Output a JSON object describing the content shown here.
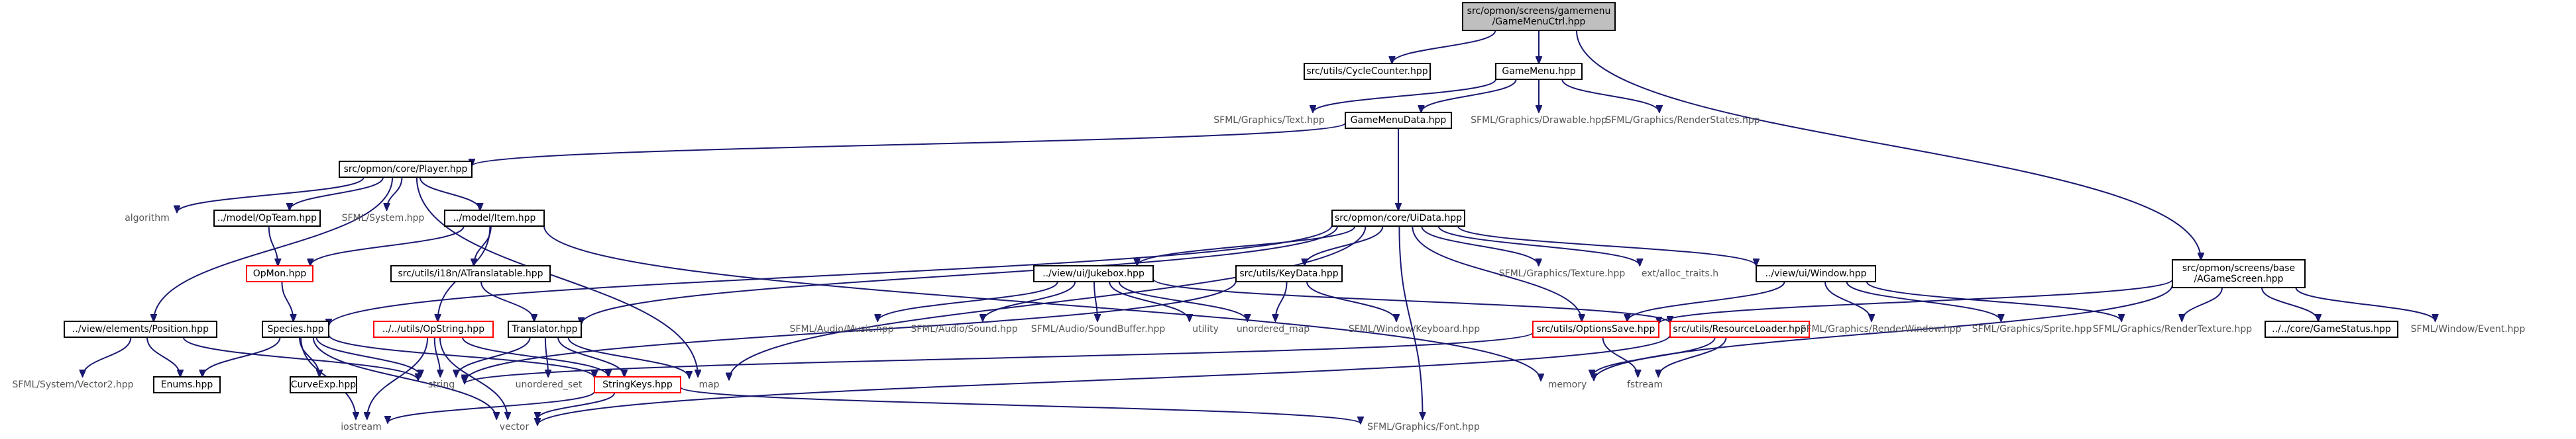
{
  "diagram": {
    "nodes": [
      {
        "id": "root",
        "lines": [
          "src/opmon/screens/gamemenu",
          "/GameMenuCtrl.hpp"
        ],
        "style": "root"
      },
      {
        "id": "cyclecounter",
        "lines": [
          "src/utils/CycleCounter.hpp"
        ],
        "style": "normal"
      },
      {
        "id": "gamemenu",
        "lines": [
          "GameMenu.hpp"
        ],
        "style": "normal"
      },
      {
        "id": "agamescreen",
        "lines": [
          "src/opmon/screens/base",
          "/AGameScreen.hpp"
        ],
        "style": "normal"
      },
      {
        "id": "sfml_text",
        "lines": [
          "SFML/Graphics/Text.hpp"
        ],
        "style": "ext"
      },
      {
        "id": "gamemenudata",
        "lines": [
          "GameMenuData.hpp"
        ],
        "style": "normal"
      },
      {
        "id": "sfml_drawable",
        "lines": [
          "SFML/Graphics/Drawable.hpp"
        ],
        "style": "ext"
      },
      {
        "id": "sfml_renderstates",
        "lines": [
          "SFML/Graphics/RenderStates.hpp"
        ],
        "style": "ext"
      },
      {
        "id": "player",
        "lines": [
          "src/opmon/core/Player.hpp"
        ],
        "style": "normal"
      },
      {
        "id": "uidata",
        "lines": [
          "src/opmon/core/UiData.hpp"
        ],
        "style": "normal"
      },
      {
        "id": "algorithm",
        "lines": [
          "algorithm"
        ],
        "style": "ext"
      },
      {
        "id": "opteam",
        "lines": [
          "../model/OpTeam.hpp"
        ],
        "style": "normal"
      },
      {
        "id": "sfml_system",
        "lines": [
          "SFML/System.hpp"
        ],
        "style": "ext"
      },
      {
        "id": "item",
        "lines": [
          "../model/Item.hpp"
        ],
        "style": "normal"
      },
      {
        "id": "opmon",
        "lines": [
          "OpMon.hpp"
        ],
        "style": "red"
      },
      {
        "id": "atranslatable",
        "lines": [
          "src/utils/i18n/ATranslatable.hpp"
        ],
        "style": "normal"
      },
      {
        "id": "jukebox",
        "lines": [
          "../view/ui/Jukebox.hpp"
        ],
        "style": "normal"
      },
      {
        "id": "keydata",
        "lines": [
          "src/utils/KeyData.hpp"
        ],
        "style": "normal"
      },
      {
        "id": "sfml_texture",
        "lines": [
          "SFML/Graphics/Texture.hpp"
        ],
        "style": "ext"
      },
      {
        "id": "alloc_traits",
        "lines": [
          "ext/alloc_traits.h"
        ],
        "style": "ext"
      },
      {
        "id": "window",
        "lines": [
          "../view/ui/Window.hpp"
        ],
        "style": "normal"
      },
      {
        "id": "position",
        "lines": [
          "../view/elements/Position.hpp"
        ],
        "style": "normal"
      },
      {
        "id": "species",
        "lines": [
          "Species.hpp"
        ],
        "style": "normal"
      },
      {
        "id": "opstring",
        "lines": [
          "../../utils/OpString.hpp"
        ],
        "style": "red"
      },
      {
        "id": "translator",
        "lines": [
          "Translator.hpp"
        ],
        "style": "normal"
      },
      {
        "id": "sfml_music",
        "lines": [
          "SFML/Audio/Music.hpp"
        ],
        "style": "ext"
      },
      {
        "id": "sfml_sound",
        "lines": [
          "SFML/Audio/Sound.hpp"
        ],
        "style": "ext"
      },
      {
        "id": "sfml_soundbuffer",
        "lines": [
          "SFML/Audio/SoundBuffer.hpp"
        ],
        "style": "ext"
      },
      {
        "id": "utility",
        "lines": [
          "utility"
        ],
        "style": "ext"
      },
      {
        "id": "unordered_map",
        "lines": [
          "unordered_map"
        ],
        "style": "ext"
      },
      {
        "id": "sfml_keyboard",
        "lines": [
          "SFML/Window/Keyboard.hpp"
        ],
        "style": "ext"
      },
      {
        "id": "optionssave",
        "lines": [
          "src/utils/OptionsSave.hpp"
        ],
        "style": "red"
      },
      {
        "id": "resourceloader",
        "lines": [
          "src/utils/ResourceLoader.hpp"
        ],
        "style": "red"
      },
      {
        "id": "sfml_renderwindow",
        "lines": [
          "SFML/Graphics/RenderWindow.hpp"
        ],
        "style": "ext"
      },
      {
        "id": "sfml_sprite",
        "lines": [
          "SFML/Graphics/Sprite.hpp"
        ],
        "style": "ext"
      },
      {
        "id": "sfml_rendertexture",
        "lines": [
          "SFML/Graphics/RenderTexture.hpp"
        ],
        "style": "ext"
      },
      {
        "id": "gamestatus",
        "lines": [
          "../../core/GameStatus.hpp"
        ],
        "style": "normal"
      },
      {
        "id": "sfml_event",
        "lines": [
          "SFML/Window/Event.hpp"
        ],
        "style": "ext"
      },
      {
        "id": "sfml_vector2",
        "lines": [
          "SFML/System/Vector2.hpp"
        ],
        "style": "ext"
      },
      {
        "id": "enums",
        "lines": [
          "Enums.hpp"
        ],
        "style": "normal"
      },
      {
        "id": "curveexp",
        "lines": [
          "CurveExp.hpp"
        ],
        "style": "normal"
      },
      {
        "id": "string",
        "lines": [
          "string"
        ],
        "style": "ext"
      },
      {
        "id": "unordered_set",
        "lines": [
          "unordered_set"
        ],
        "style": "ext"
      },
      {
        "id": "map",
        "lines": [
          "map"
        ],
        "style": "ext"
      },
      {
        "id": "stringkeys",
        "lines": [
          "StringKeys.hpp"
        ],
        "style": "red"
      },
      {
        "id": "memory",
        "lines": [
          "memory"
        ],
        "style": "ext"
      },
      {
        "id": "fstream",
        "lines": [
          "fstream"
        ],
        "style": "ext"
      },
      {
        "id": "iostream",
        "lines": [
          "iostream"
        ],
        "style": "ext"
      },
      {
        "id": "vector",
        "lines": [
          "vector"
        ],
        "style": "ext"
      },
      {
        "id": "sfml_font",
        "lines": [
          "SFML/Graphics/Font.hpp"
        ],
        "style": "ext"
      }
    ],
    "edges": [
      [
        "root",
        "cyclecounter"
      ],
      [
        "root",
        "gamemenu"
      ],
      [
        "root",
        "agamescreen"
      ],
      [
        "gamemenu",
        "sfml_text"
      ],
      [
        "gamemenu",
        "gamemenudata"
      ],
      [
        "gamemenu",
        "sfml_drawable"
      ],
      [
        "gamemenu",
        "sfml_renderstates"
      ],
      [
        "gamemenudata",
        "player"
      ],
      [
        "gamemenudata",
        "uidata"
      ],
      [
        "player",
        "algorithm"
      ],
      [
        "player",
        "opteam"
      ],
      [
        "player",
        "sfml_system"
      ],
      [
        "player",
        "item"
      ],
      [
        "player",
        "position"
      ],
      [
        "player",
        "map"
      ],
      [
        "opteam",
        "opmon"
      ],
      [
        "item",
        "opmon"
      ],
      [
        "item",
        "atranslatable"
      ],
      [
        "item",
        "opstring"
      ],
      [
        "item",
        "memory"
      ],
      [
        "opmon",
        "species"
      ],
      [
        "atranslatable",
        "translator"
      ],
      [
        "uidata",
        "species"
      ],
      [
        "uidata",
        "translator"
      ],
      [
        "uidata",
        "jukebox"
      ],
      [
        "uidata",
        "keydata"
      ],
      [
        "uidata",
        "sfml_texture"
      ],
      [
        "uidata",
        "alloc_traits"
      ],
      [
        "uidata",
        "window"
      ],
      [
        "uidata",
        "optionssave"
      ],
      [
        "uidata",
        "map"
      ],
      [
        "uidata",
        "sfml_font"
      ],
      [
        "jukebox",
        "sfml_music"
      ],
      [
        "jukebox",
        "sfml_sound"
      ],
      [
        "jukebox",
        "sfml_soundbuffer"
      ],
      [
        "jukebox",
        "utility"
      ],
      [
        "jukebox",
        "unordered_map"
      ],
      [
        "jukebox",
        "resourceloader"
      ],
      [
        "keydata",
        "unordered_map"
      ],
      [
        "keydata",
        "sfml_keyboard"
      ],
      [
        "keydata",
        "string"
      ],
      [
        "window",
        "optionssave"
      ],
      [
        "window",
        "sfml_renderwindow"
      ],
      [
        "window",
        "sfml_sprite"
      ],
      [
        "window",
        "sfml_rendertexture"
      ],
      [
        "agamescreen",
        "optionssave"
      ],
      [
        "agamescreen",
        "sfml_rendertexture"
      ],
      [
        "agamescreen",
        "gamestatus"
      ],
      [
        "agamescreen",
        "sfml_event"
      ],
      [
        "agamescreen",
        "memory"
      ],
      [
        "optionssave",
        "string"
      ],
      [
        "optionssave",
        "fstream"
      ],
      [
        "resourceloader",
        "memory"
      ],
      [
        "resourceloader",
        "fstream"
      ],
      [
        "resourceloader",
        "vector"
      ],
      [
        "position",
        "sfml_vector2"
      ],
      [
        "position",
        "enums"
      ],
      [
        "position",
        "string"
      ],
      [
        "species",
        "enums"
      ],
      [
        "species",
        "curveexp"
      ],
      [
        "species",
        "string"
      ],
      [
        "species",
        "iostream"
      ],
      [
        "species",
        "vector"
      ],
      [
        "species",
        "stringkeys"
      ],
      [
        "opstring",
        "string"
      ],
      [
        "opstring",
        "stringkeys"
      ],
      [
        "opstring",
        "iostream"
      ],
      [
        "opstring",
        "vector"
      ],
      [
        "translator",
        "unordered_set"
      ],
      [
        "translator",
        "map"
      ],
      [
        "translator",
        "stringkeys"
      ],
      [
        "translator",
        "string"
      ],
      [
        "stringkeys",
        "iostream"
      ],
      [
        "stringkeys",
        "vector"
      ],
      [
        "stringkeys",
        "sfml_font"
      ]
    ]
  }
}
